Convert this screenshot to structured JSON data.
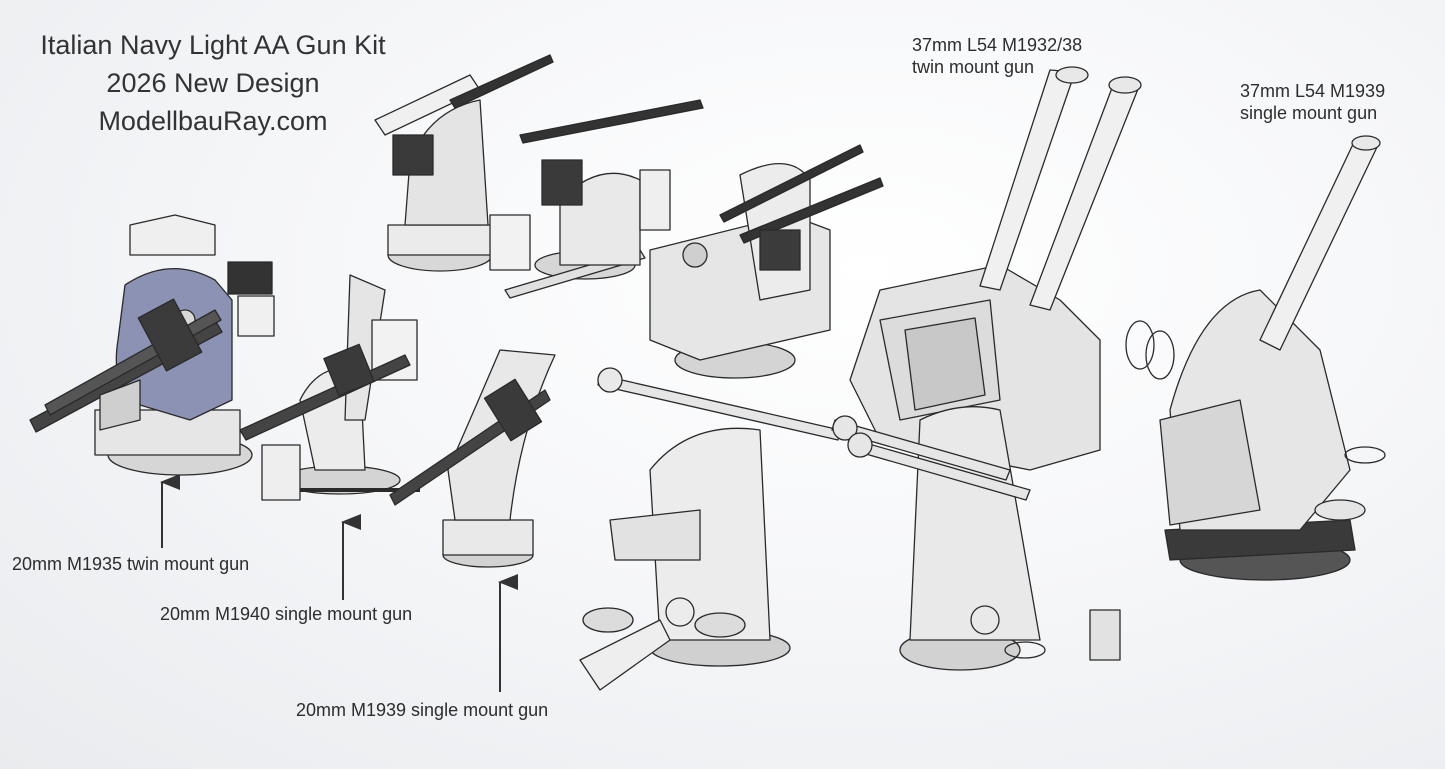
{
  "title": {
    "line1": "Italian Navy Light AA Gun Kit",
    "line2": "2026 New Design",
    "line3": "ModellbauRay.com"
  },
  "labels": {
    "m1932_line1": "37mm L54 M1932/38",
    "m1932_line2": "twin mount gun",
    "m1939_37_line1": "37mm L54 M1939",
    "m1939_37_line2": "single mount  gun",
    "m1935": "20mm M1935 twin mount gun",
    "m1940": "20mm M1940 single mount gun",
    "m1939_20": "20mm M1939 single mount gun"
  },
  "colors": {
    "metal_light": "#eeeeee",
    "metal_mid": "#c9c9c9",
    "metal_dark": "#3a3a3a",
    "shield_blue": "#8c92b3",
    "outline": "#2a2a2a"
  }
}
